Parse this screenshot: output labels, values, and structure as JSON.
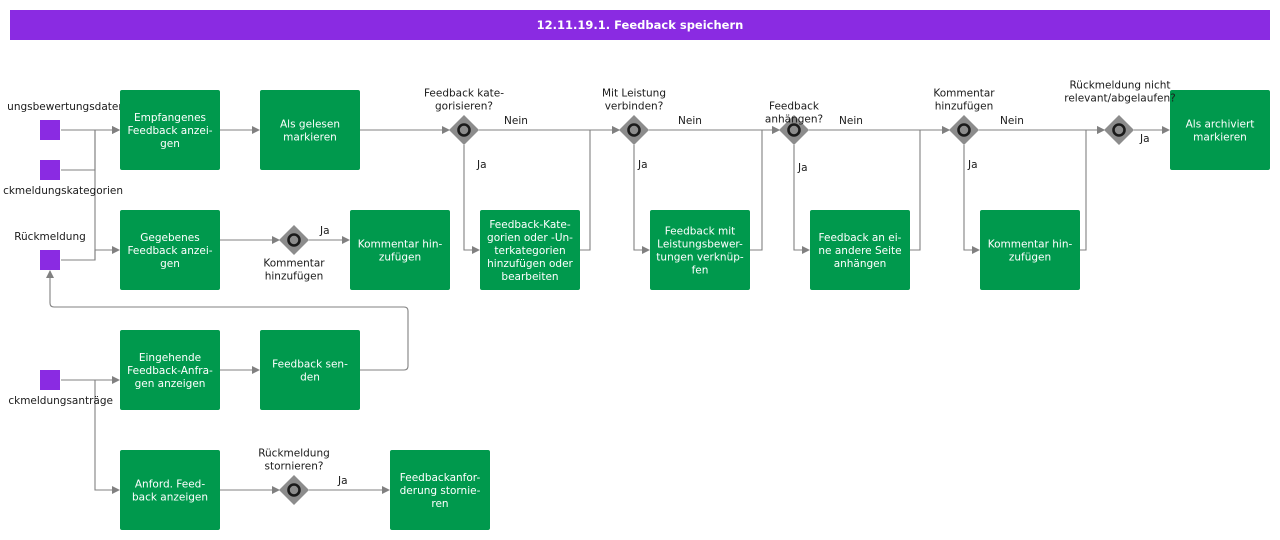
{
  "title": "12.11.19.1. Feedback speichern",
  "colors": {
    "title_bar": "#8a2be2",
    "task": "#00994d",
    "data_object": "#8a2be2",
    "gateway": "#8c8c8c",
    "connector": "#808080"
  },
  "data_objects": [
    {
      "id": "d1",
      "label": "ungsbewertungsdaten"
    },
    {
      "id": "d2",
      "label": "ckmeldungskategorien"
    },
    {
      "id": "d3",
      "label": "Rückmeldung"
    },
    {
      "id": "d4",
      "label": "ckmeldungsanträge"
    }
  ],
  "tasks": [
    {
      "id": "t1",
      "lines": [
        "Empfangenes",
        "Feedback anzei-",
        "gen"
      ]
    },
    {
      "id": "t2",
      "lines": [
        "Als gelesen",
        "markieren"
      ]
    },
    {
      "id": "t3",
      "lines": [
        "Gegebenes",
        "Feedback anzei-",
        "gen"
      ]
    },
    {
      "id": "t4",
      "lines": [
        "Kommentar hin-",
        "zufügen"
      ]
    },
    {
      "id": "t5",
      "lines": [
        "Feedback-Kate-",
        "gorien oder -Un-",
        "terkategorien",
        "hinzufügen oder",
        "bearbeiten"
      ]
    },
    {
      "id": "t6",
      "lines": [
        "Feedback mit",
        "Leistungsbewer-",
        "tungen verknüp-",
        "fen"
      ]
    },
    {
      "id": "t7",
      "lines": [
        "Feedback an ei-",
        "ne andere Seite",
        "anhängen"
      ]
    },
    {
      "id": "t8",
      "lines": [
        "Kommentar hin-",
        "zufügen"
      ]
    },
    {
      "id": "t9",
      "lines": [
        "Als archiviert",
        "markieren"
      ]
    },
    {
      "id": "t10",
      "lines": [
        "Eingehende",
        "Feedback-Anfra-",
        "gen anzeigen"
      ]
    },
    {
      "id": "t11",
      "lines": [
        "Feedback sen-",
        "den"
      ]
    },
    {
      "id": "t12",
      "lines": [
        "Anford. Feed-",
        "back anzeigen"
      ]
    },
    {
      "id": "t13",
      "lines": [
        "Feedbackanfor-",
        "derung stornie-",
        "ren"
      ]
    }
  ],
  "gateways": [
    {
      "id": "g1",
      "lines": [
        "Feedback kate-",
        "gorisieren?"
      ]
    },
    {
      "id": "g2",
      "lines": [
        "Mit Leistung",
        "verbinden?"
      ]
    },
    {
      "id": "g3",
      "lines": [
        "Feedback",
        "anhängen?"
      ]
    },
    {
      "id": "g4",
      "lines": [
        "Kommentar",
        "hinzufügen"
      ]
    },
    {
      "id": "g5",
      "lines": [
        "Rückmeldung nicht",
        "relevant/abgelaufen?"
      ]
    },
    {
      "id": "g6",
      "lines": [
        "Kommentar",
        "hinzufügen"
      ]
    },
    {
      "id": "g7",
      "lines": [
        "Rückmeldung",
        "stornieren?"
      ]
    }
  ],
  "flow_labels": {
    "yes": "Ja",
    "no": "Nein"
  }
}
